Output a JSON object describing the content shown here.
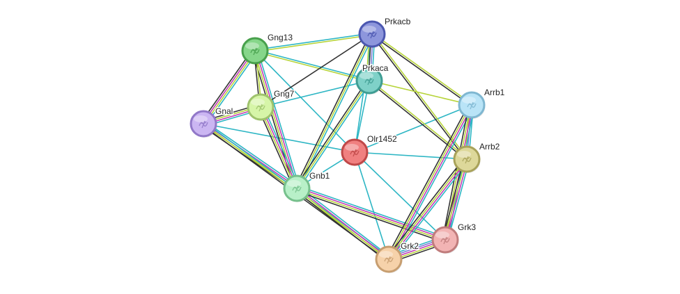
{
  "network": {
    "nodes": [
      {
        "id": "Prkacb",
        "label": "Prkacb",
        "fill": "#8d96dc",
        "stroke": "#4b57b0"
      },
      {
        "id": "Gng13",
        "label": "Gng13",
        "fill": "#86d68a",
        "stroke": "#48a04c"
      },
      {
        "id": "Prkaca",
        "label": "Prkaca",
        "fill": "#7fd1c8",
        "stroke": "#3f9d93"
      },
      {
        "id": "Arrb1",
        "label": "Arrb1",
        "fill": "#b9e4f7",
        "stroke": "#7fb7d1"
      },
      {
        "id": "Gng7",
        "label": "Gng7",
        "fill": "#d6f5a8",
        "stroke": "#9fc36d"
      },
      {
        "id": "Gnal",
        "label": "Gnal",
        "fill": "#cbb6f2",
        "stroke": "#9178c8"
      },
      {
        "id": "Olr1452",
        "label": "Olr1452",
        "fill": "#f08080",
        "stroke": "#c04848"
      },
      {
        "id": "Arrb2",
        "label": "Arrb2",
        "fill": "#ddd89a",
        "stroke": "#a8a25a"
      },
      {
        "id": "Gnb1",
        "label": "Gnb1",
        "fill": "#b8f0c8",
        "stroke": "#76c08c"
      },
      {
        "id": "Grk3",
        "label": "Grk3",
        "fill": "#f2b4b4",
        "stroke": "#c07c7c"
      },
      {
        "id": "Grk2",
        "label": "Grk2",
        "fill": "#f6d2aa",
        "stroke": "#c79e70"
      }
    ],
    "evidence_colors": {
      "database": "#2db6c4",
      "experimental": "#c23bb5",
      "textmining": "#b7d43a",
      "coexpression": "#333333",
      "homology": "#7f7fd5"
    },
    "edges": [
      {
        "a": "Olr1452",
        "b": "Prkacb",
        "types": [
          "database"
        ]
      },
      {
        "a": "Olr1452",
        "b": "Prkaca",
        "types": [
          "database"
        ]
      },
      {
        "a": "Olr1452",
        "b": "Gng13",
        "types": [
          "database"
        ]
      },
      {
        "a": "Olr1452",
        "b": "Gnal",
        "types": [
          "database"
        ]
      },
      {
        "a": "Olr1452",
        "b": "Gnb1",
        "types": [
          "database"
        ]
      },
      {
        "a": "Olr1452",
        "b": "Arrb1",
        "types": [
          "database"
        ]
      },
      {
        "a": "Olr1452",
        "b": "Arrb2",
        "types": [
          "database"
        ]
      },
      {
        "a": "Olr1452",
        "b": "Grk2",
        "types": [
          "database"
        ]
      },
      {
        "a": "Olr1452",
        "b": "Grk3",
        "types": [
          "database"
        ]
      },
      {
        "a": "Gng13",
        "b": "Prkacb",
        "types": [
          "database",
          "textmining"
        ]
      },
      {
        "a": "Gng13",
        "b": "Prkaca",
        "types": [
          "database",
          "textmining"
        ]
      },
      {
        "a": "Gng13",
        "b": "Gnal",
        "types": [
          "database",
          "textmining",
          "experimental",
          "coexpression"
        ]
      },
      {
        "a": "Gng13",
        "b": "Gnb1",
        "types": [
          "database",
          "experimental",
          "textmining",
          "coexpression"
        ]
      },
      {
        "a": "Gng13",
        "b": "Gng7",
        "types": [
          "textmining",
          "coexpression"
        ]
      },
      {
        "a": "Gng7",
        "b": "Prkacb",
        "types": [
          "coexpression"
        ]
      },
      {
        "a": "Gng7",
        "b": "Prkaca",
        "types": [
          "database"
        ]
      },
      {
        "a": "Gng7",
        "b": "Gnal",
        "types": [
          "database",
          "experimental",
          "textmining",
          "coexpression"
        ]
      },
      {
        "a": "Gng7",
        "b": "Gnb1",
        "types": [
          "database",
          "experimental",
          "textmining",
          "coexpression"
        ]
      },
      {
        "a": "Prkacb",
        "b": "Prkaca",
        "types": [
          "database",
          "homology",
          "coexpression",
          "textmining"
        ]
      },
      {
        "a": "Prkacb",
        "b": "Gnb1",
        "types": [
          "database",
          "textmining",
          "coexpression"
        ]
      },
      {
        "a": "Prkacb",
        "b": "Arrb1",
        "types": [
          "textmining",
          "coexpression"
        ]
      },
      {
        "a": "Prkacb",
        "b": "Arrb2",
        "types": [
          "textmining",
          "coexpression"
        ]
      },
      {
        "a": "Prkaca",
        "b": "Gnb1",
        "types": [
          "database",
          "textmining",
          "coexpression"
        ]
      },
      {
        "a": "Prkaca",
        "b": "Arrb1",
        "types": [
          "textmining"
        ]
      },
      {
        "a": "Prkaca",
        "b": "Arrb2",
        "types": [
          "textmining",
          "coexpression"
        ]
      },
      {
        "a": "Gnal",
        "b": "Gnb1",
        "types": [
          "database",
          "experimental",
          "textmining",
          "coexpression"
        ]
      },
      {
        "a": "Gnal",
        "b": "Grk2",
        "types": [
          "database",
          "textmining",
          "coexpression"
        ]
      },
      {
        "a": "Gnb1",
        "b": "Grk2",
        "types": [
          "database",
          "experimental",
          "textmining",
          "coexpression"
        ]
      },
      {
        "a": "Gnb1",
        "b": "Grk3",
        "types": [
          "database",
          "experimental",
          "textmining",
          "coexpression"
        ]
      },
      {
        "a": "Arrb1",
        "b": "Arrb2",
        "types": [
          "database",
          "homology",
          "textmining"
        ]
      },
      {
        "a": "Arrb1",
        "b": "Grk2",
        "types": [
          "database",
          "experimental",
          "textmining",
          "coexpression"
        ]
      },
      {
        "a": "Arrb1",
        "b": "Grk3",
        "types": [
          "database",
          "experimental",
          "textmining",
          "coexpression"
        ]
      },
      {
        "a": "Arrb2",
        "b": "Grk2",
        "types": [
          "database",
          "experimental",
          "textmining",
          "coexpression"
        ]
      },
      {
        "a": "Arrb2",
        "b": "Grk3",
        "types": [
          "database",
          "experimental",
          "textmining",
          "coexpression"
        ]
      },
      {
        "a": "Grk2",
        "b": "Grk3",
        "types": [
          "database",
          "homology",
          "experimental",
          "textmining",
          "coexpression"
        ]
      }
    ]
  }
}
